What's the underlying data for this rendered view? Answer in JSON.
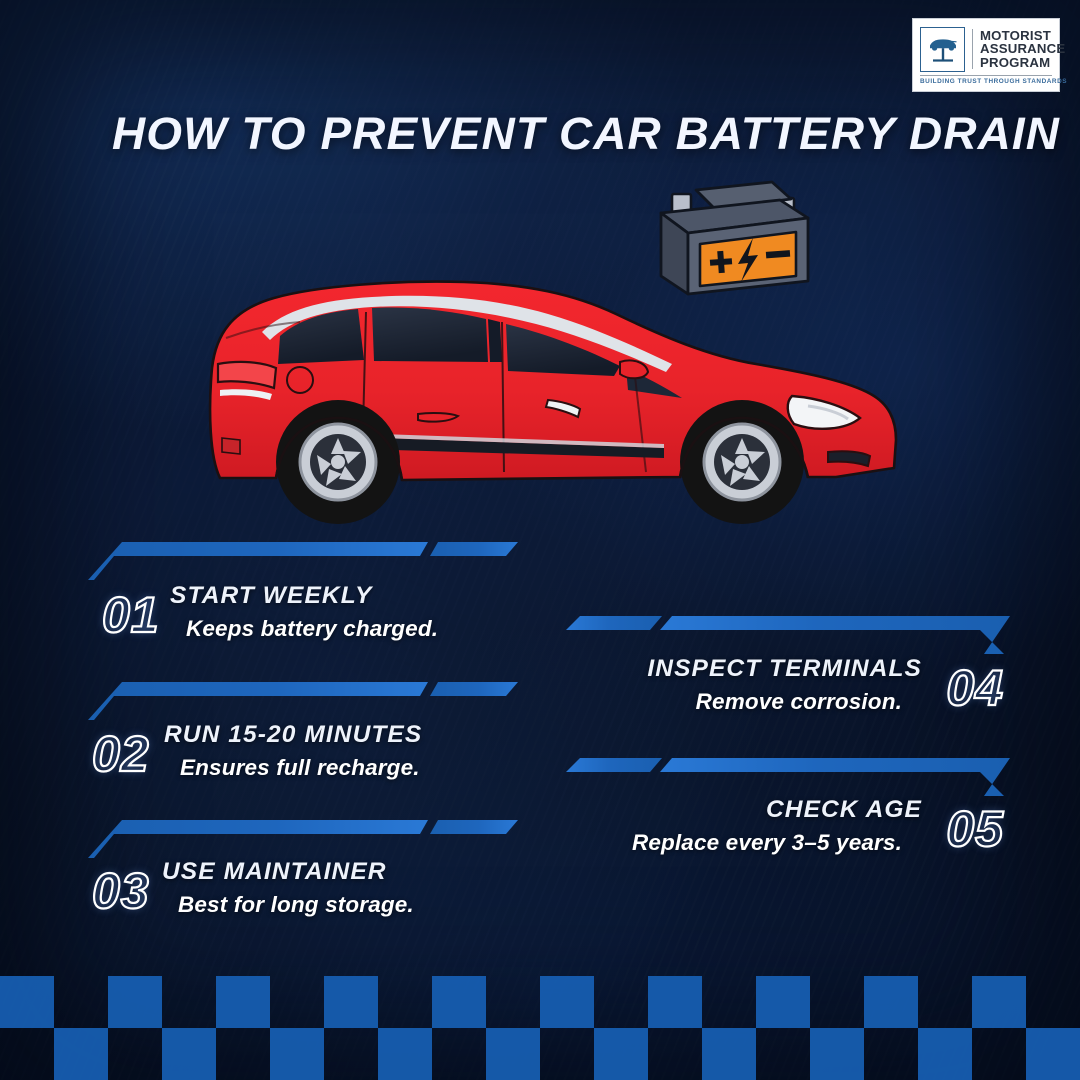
{
  "title": "HOW TO PREVENT CAR BATTERY DRAIN",
  "logo": {
    "line1": "MOTORIST",
    "line2": "ASSURANCE",
    "line3": "PROGRAM",
    "tagline": "BUILDING TRUST THROUGH STANDARDS",
    "mark_icon": "car-on-lift-icon",
    "brand_color": "#2c6190"
  },
  "hero": {
    "battery_icon": "car-battery-icon",
    "battery_label_color": "#f08a21",
    "battery_symbols": [
      "+",
      "lightning-bolt",
      "-"
    ],
    "car_icon": "red-hatchback-car-icon",
    "car_color": "#e8232a"
  },
  "theme": {
    "background": "#0a1733",
    "accent_blue": "#1760b4",
    "text_white": "#ffffff",
    "checker_blue": "#1760b4"
  },
  "steps": [
    {
      "number": "01",
      "heading": "START WEEKLY",
      "detail": "Keeps battery charged.",
      "side": "left"
    },
    {
      "number": "02",
      "heading": "RUN 15-20 MINUTES",
      "detail": "Ensures full recharge.",
      "side": "left"
    },
    {
      "number": "03",
      "heading": "USE MAINTAINER",
      "detail": "Best for long storage.",
      "side": "left"
    },
    {
      "number": "04",
      "heading": "INSPECT TERMINALS",
      "detail": "Remove corrosion.",
      "side": "right"
    },
    {
      "number": "05",
      "heading": "CHECK AGE",
      "detail": "Replace every 3–5 years.",
      "side": "right"
    }
  ]
}
